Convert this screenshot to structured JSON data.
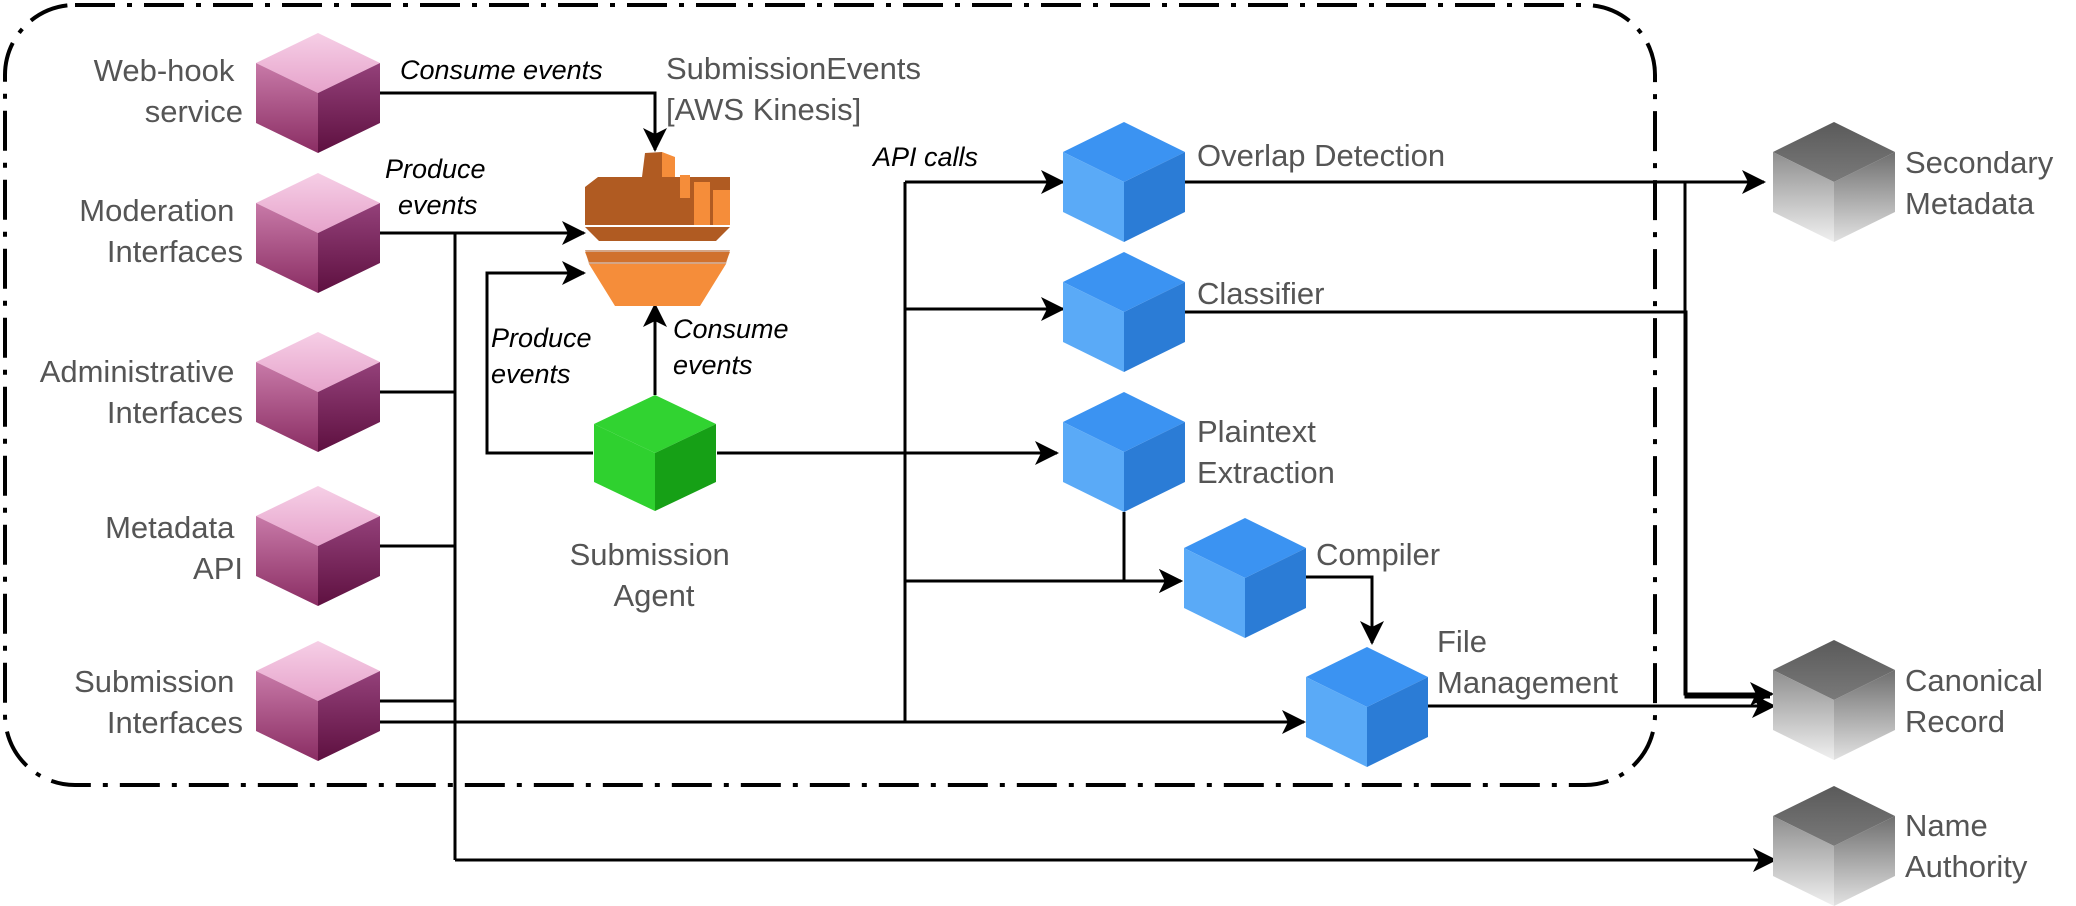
{
  "boundary": {
    "label": ""
  },
  "nodes": {
    "webhook": {
      "lines": [
        "Web-hook",
        "service"
      ]
    },
    "moderation": {
      "lines": [
        "Moderation",
        "Interfaces"
      ]
    },
    "administrative": {
      "lines": [
        "Administrative",
        "Interfaces"
      ]
    },
    "metadata_api": {
      "lines": [
        "Metadata",
        "API"
      ]
    },
    "submission_ui": {
      "lines": [
        "Submission",
        "Interfaces"
      ]
    },
    "kinesis": {
      "lines": [
        "SubmissionEvents",
        "[AWS Kinesis]"
      ]
    },
    "agent": {
      "lines": [
        "Submission",
        "Agent"
      ]
    },
    "overlap": {
      "lines": [
        "Overlap Detection"
      ]
    },
    "classifier": {
      "lines": [
        "Classifier"
      ]
    },
    "plaintext": {
      "lines": [
        "Plaintext",
        "Extraction"
      ]
    },
    "compiler": {
      "lines": [
        "Compiler"
      ]
    },
    "filemgmt": {
      "lines": [
        "File",
        "Management"
      ]
    },
    "secondary": {
      "lines": [
        "Secondary",
        "Metadata"
      ]
    },
    "canonical": {
      "lines": [
        "Canonical",
        "Record"
      ]
    },
    "name_authority": {
      "lines": [
        "Name",
        "Authority"
      ]
    }
  },
  "edge_labels": {
    "consume_top": [
      "Consume events"
    ],
    "produce_top": [
      "Produce",
      "events"
    ],
    "produce_agent": [
      "Produce",
      "events"
    ],
    "consume_agent": [
      "Consume",
      "events"
    ],
    "api_calls": [
      "API calls"
    ]
  },
  "colors": {
    "pink_top": "#f1bcdc",
    "pink_left": "#b0628f",
    "pink_right": "#7a1f52",
    "blue_top": "#3d95f2",
    "blue_left": "#5aaaf7",
    "blue_right": "#2b7cd6",
    "green_top": "#30d330",
    "green_left": "#2fd12f",
    "green_right": "#17a117",
    "gray_top": "#6a6a6a",
    "gray_left": "#a0a0a0",
    "gray_right": "#888888",
    "kinesis_dark": "#b05b22",
    "kinesis_light": "#f58d3a",
    "label_text": "#555555",
    "line": "#000000"
  }
}
